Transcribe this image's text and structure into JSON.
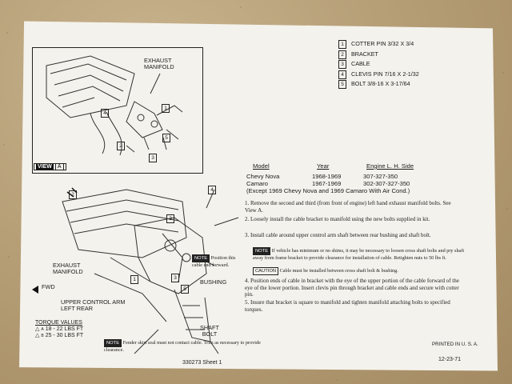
{
  "parts_list": [
    {
      "num": "1",
      "text": "COTTER PIN 3/32 X 3/4"
    },
    {
      "num": "2",
      "text": "BRACKET"
    },
    {
      "num": "3",
      "text": "CABLE"
    },
    {
      "num": "4",
      "text": "CLEVIS PIN 7/16 X 2-1/32"
    },
    {
      "num": "5",
      "text": "BOLT 3/8-16 X 3-17/64"
    }
  ],
  "view_a": {
    "title": "VIEW",
    "letter": "A",
    "label_exhaust": "EXHAUST\nMANIFOLD",
    "callouts": [
      "4",
      "1",
      "2",
      "5",
      "3"
    ]
  },
  "applications": {
    "headers": [
      "Model",
      "Year",
      "Engine L. H. Side"
    ],
    "rows": [
      [
        "Chevy Nova",
        "1968-1969",
        "307-327-350"
      ],
      [
        "Camaro",
        "1967-1969",
        "302-307-327-350"
      ]
    ],
    "exception": "(Except 1969 Chevy Nova and 1969 Camaro With Air Cond.)"
  },
  "steps": [
    {
      "num": "1.",
      "text": "Remove the second and third (from front of engine) left hand exhaust manifold bolts. See View A."
    },
    {
      "num": "2.",
      "text": "Loosely install the cable bracket to manifold using the new bolts supplied in kit."
    },
    {
      "num": "3.",
      "text": "Install cable around upper control arm shaft between rear bushing and shaft bolt."
    },
    {
      "num": "4.",
      "text": "Position ends of cable in bracket with the eye of the upper portion of the cable forward of the eye of the lower portion. Insert clevis pin through bracket and cable ends and secure with cotter pin."
    },
    {
      "num": "5.",
      "text": "Insure that bracket is square to manifold and tighten manifold attaching bolts to specified torques."
    }
  ],
  "note_label": "NOTE",
  "note_text": "If vehicle has minimum or no shims, it may be necessary to loosen cross shaft bolts and pry shaft away from frame bracket to provide clearance for installation of cable. Retighten nuts to 50 lbs ft.",
  "caution_label": "CAUTION",
  "caution_text": "Cable must be installed between cross shaft bolt & bushing.",
  "lower_drawing": {
    "label_exhaust": "EXHAUST\nMANIFOLD",
    "label_fwd": "FWD",
    "label_control_arm": "UPPER CONTROL ARM\nLEFT REAR",
    "label_bushing": "BUSHING",
    "label_shaft_bolt": "SHAFT\nBOLT",
    "note_label": "NOTE",
    "note_position": "Position this\ncable end forward.",
    "callouts": [
      "2",
      "4",
      "3",
      "1",
      "3",
      "5"
    ]
  },
  "torque": {
    "title": "TORQUE VALUES",
    "items": [
      {
        "sym": "A",
        "text": "18 - 22 LBS FT"
      },
      {
        "sym": "B",
        "text": "25 - 30 LBS FT"
      }
    ]
  },
  "bottom_note_label": "NOTE",
  "bottom_note": "Fender skirt seal must not contact cable. Trim as necessary to provide clearance.",
  "printed": "PRINTED IN U. S. A.",
  "date": "12-23-71",
  "sheet_id": "330273 Sheet 1"
}
